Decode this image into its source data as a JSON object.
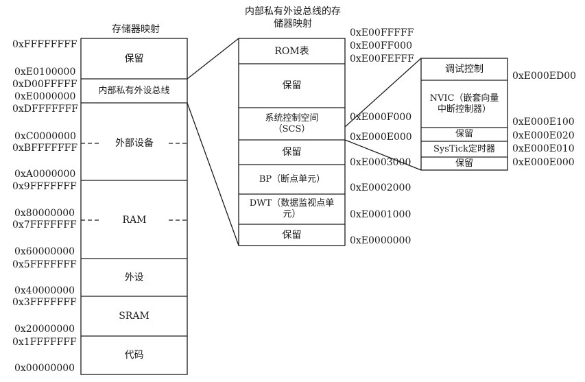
{
  "memory_map": {
    "title": "存储器映射",
    "regions": [
      {
        "label": "保留",
        "top": "0xFFFFFFFF",
        "bottom": "0xE0100000"
      },
      {
        "label": "内部私有外设总线",
        "top": "0xD00FFFFF",
        "bottom": "0xE0000000"
      },
      {
        "label": "外部设备",
        "top": "0xDFFFFFFF",
        "mid_low": "0xC0000000",
        "mid_high": "0xBFFFFFFF",
        "bottom": "0xA0000000"
      },
      {
        "label": "RAM",
        "top": "0x9FFFFFFF",
        "mid_low": "0x80000000",
        "mid_high": "0x7FFFFFFF",
        "bottom": "0x60000000"
      },
      {
        "label": "外设",
        "top": "0x5FFFFFFF",
        "bottom": "0x40000000"
      },
      {
        "label": "SRAM",
        "top": "0x3FFFFFFF",
        "bottom": "0x20000000"
      },
      {
        "label": "代码",
        "top": "0x1FFFFFFF",
        "bottom": "0x00000000"
      }
    ]
  },
  "ppb_map": {
    "title": "内部私有外设总线的存储器映射",
    "blocks": [
      {
        "label": "ROM表"
      },
      {
        "label": "保留"
      },
      {
        "label": "系统控制空间（SCS）"
      },
      {
        "label": "保留"
      },
      {
        "label": "BP（断点单元）"
      },
      {
        "label": "DWT（数据监视点单元）"
      },
      {
        "label": "保留"
      }
    ],
    "addresses": [
      "0xE00FFFFF",
      "0xE00FF000",
      "0xE00FEFFF",
      "0xE000F000",
      "0xE000E000",
      "0xE0003000",
      "0xE0002000",
      "0xE0001000",
      "0xE0000000"
    ]
  },
  "scs_map": {
    "blocks": [
      {
        "label": "调试控制"
      },
      {
        "label": "NVIC（嵌套向量中断控制器）"
      },
      {
        "label": "保留"
      },
      {
        "label": "SysTick定时器"
      },
      {
        "label": "保留"
      }
    ],
    "addresses": [
      "0xE000ED00",
      "0xE000E100",
      "0xE000E020",
      "0xE000E010",
      "0xE000E000"
    ]
  }
}
